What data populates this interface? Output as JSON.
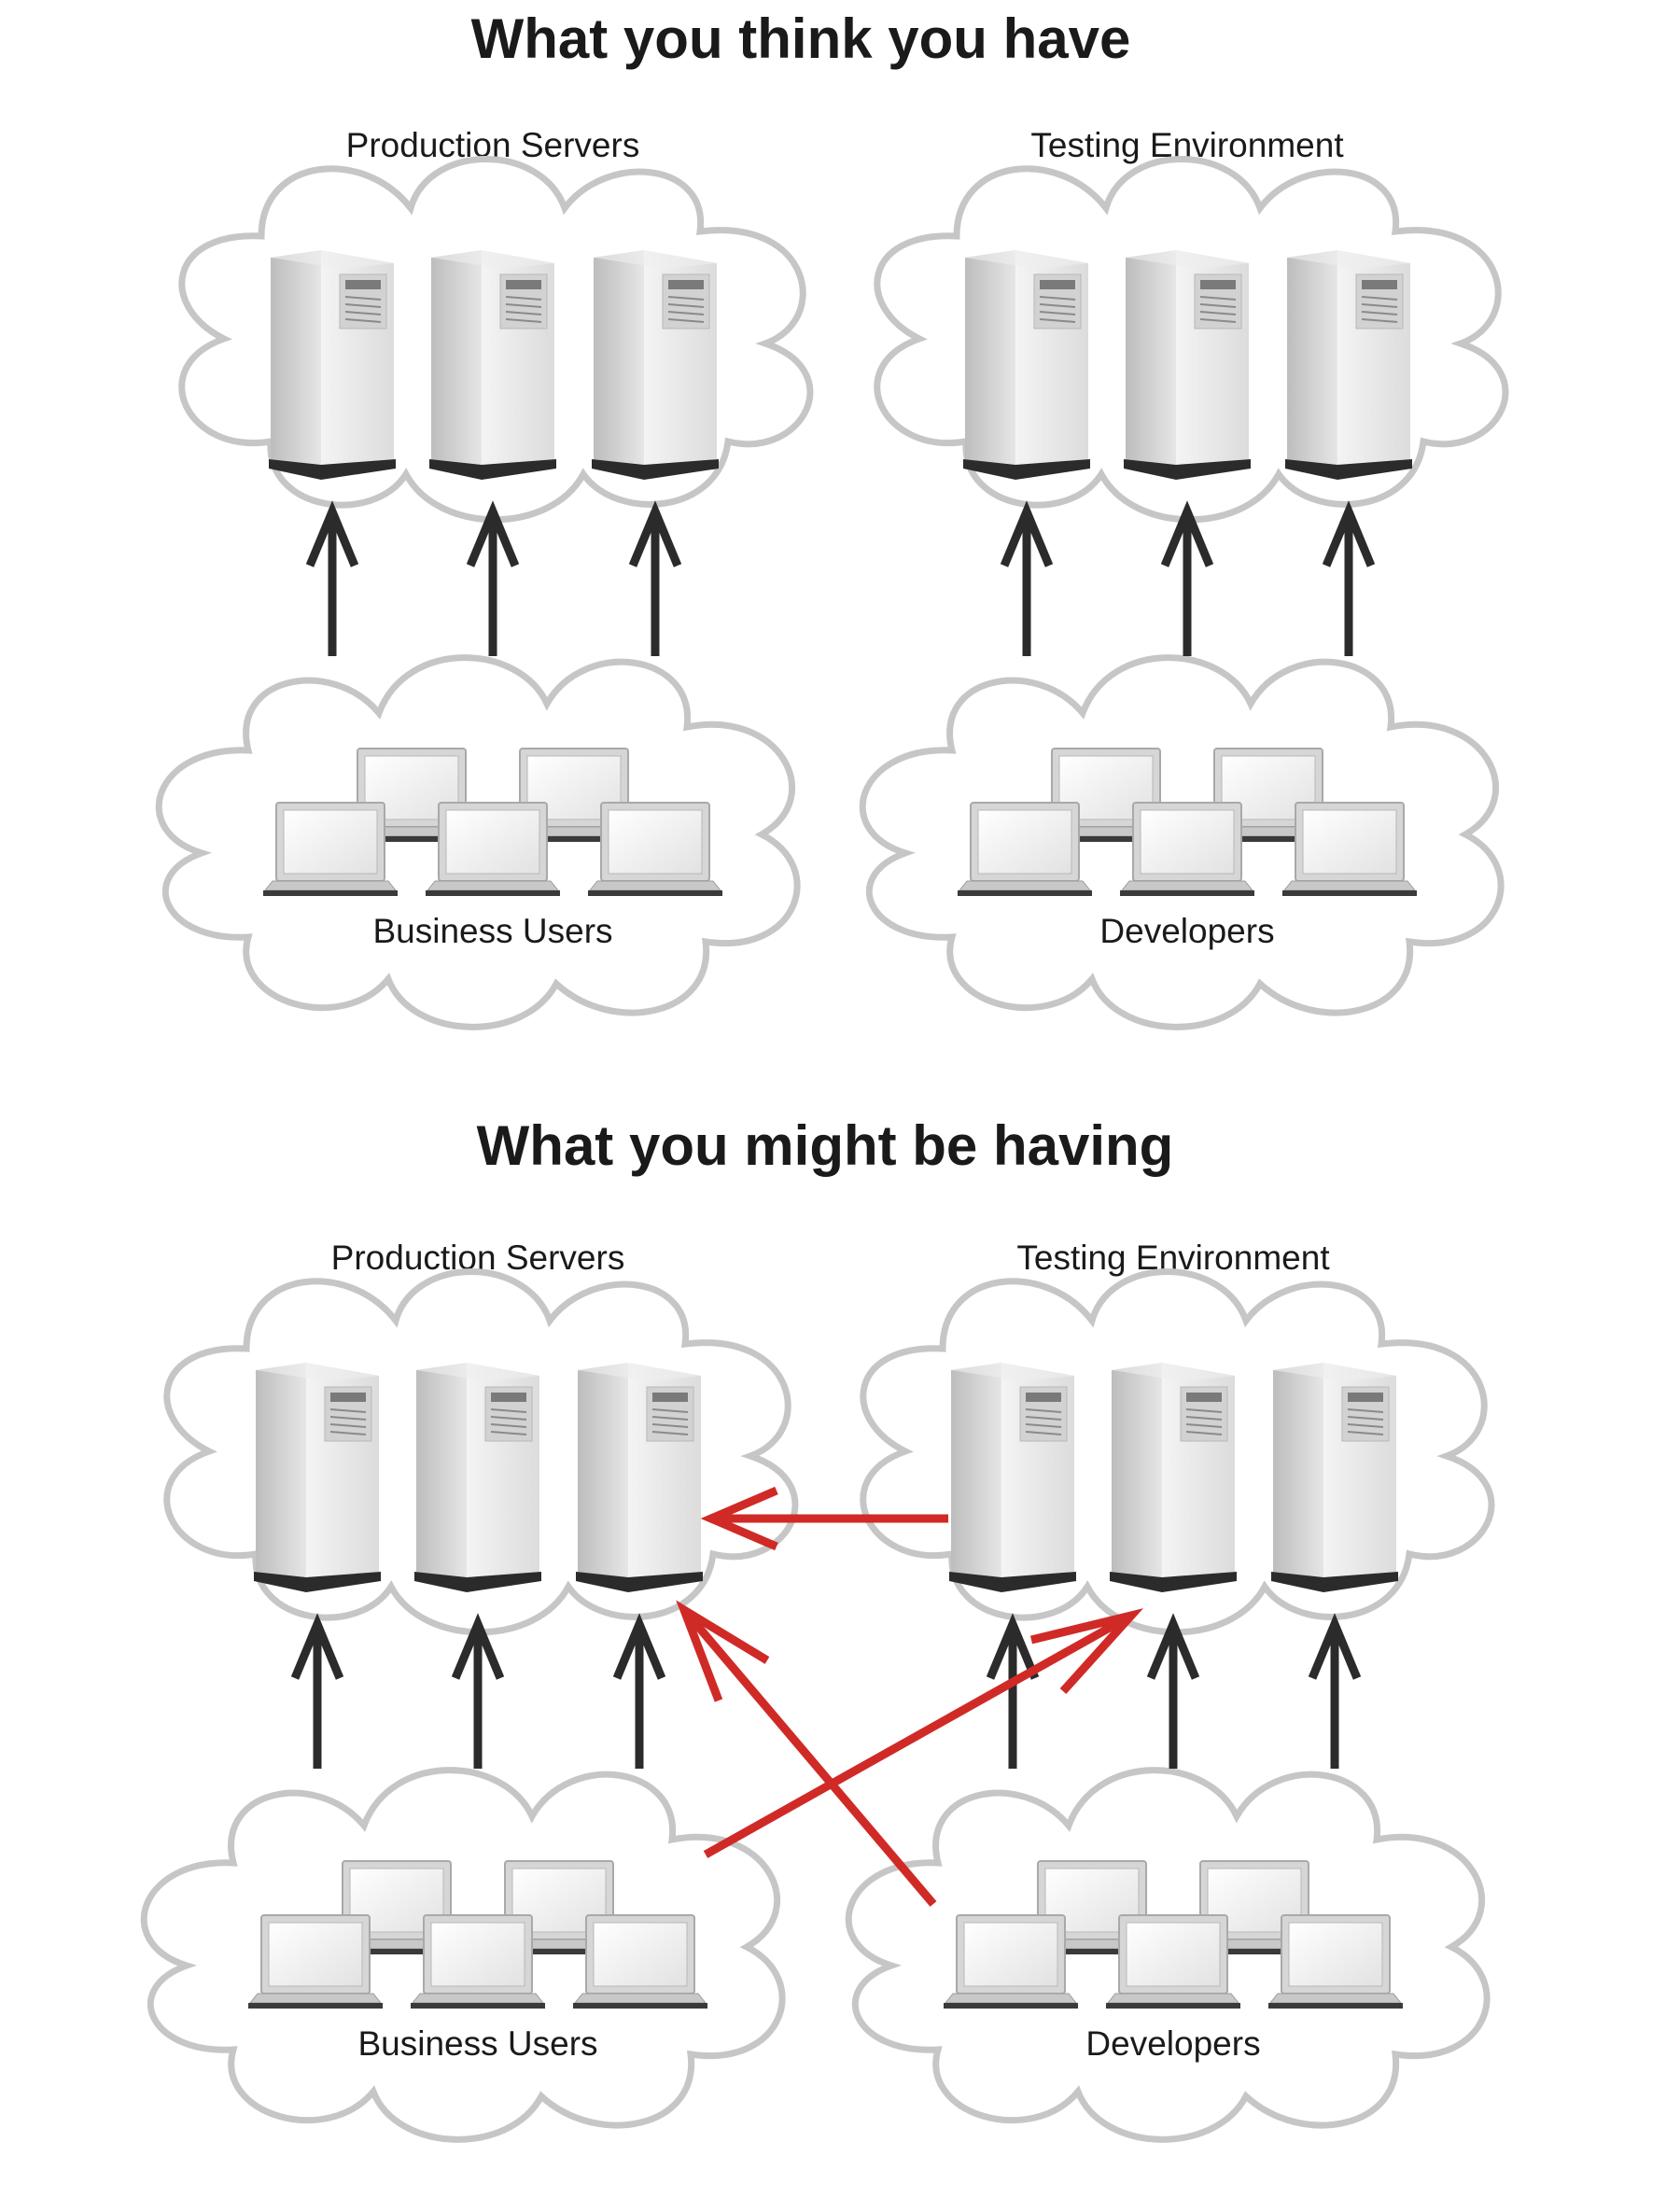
{
  "diagram_top": {
    "title": "What you think you have",
    "production_label": "Production Servers",
    "testing_label": "Testing Environment",
    "business_label": "Business Users",
    "developers_label": "Developers"
  },
  "diagram_bottom": {
    "title": "What you might be having",
    "production_label": "Production Servers",
    "testing_label": "Testing Environment",
    "business_label": "Business Users",
    "developers_label": "Developers"
  },
  "colors": {
    "arrow_normal": "#2b2b2b",
    "arrow_cross": "#d02a27",
    "cloud_stroke": "#c6c6c6"
  }
}
